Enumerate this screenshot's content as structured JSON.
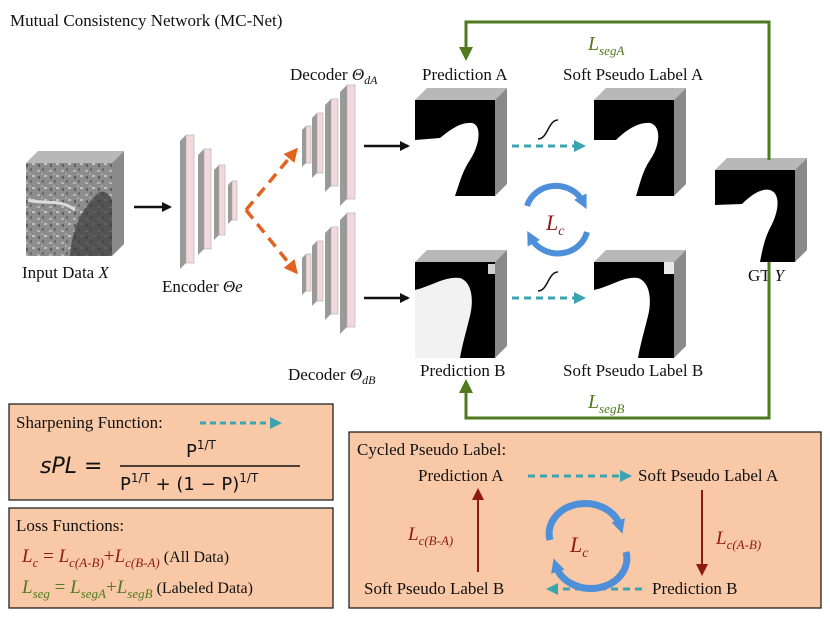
{
  "title": "Mutual Consistency Network (MC-Net)",
  "labels": {
    "input": {
      "text": "Input Data ",
      "var": "X"
    },
    "encoder": {
      "text": "Encoder ",
      "var": "Θe"
    },
    "decoder_a": {
      "text": "Decoder ",
      "var": "Θ",
      "sub": "dA"
    },
    "decoder_b": {
      "text": "Decoder ",
      "var": "Θ",
      "sub": "dB"
    },
    "prediction_a": "Prediction A",
    "prediction_b": "Prediction B",
    "soft_pseudo_a": "Soft Pseudo Label A",
    "soft_pseudo_b": "Soft Pseudo Label B",
    "gt": {
      "text": "GT ",
      "var": "Y"
    },
    "loss_seg_a": {
      "main": "L",
      "sub": "segA"
    },
    "loss_seg_b": {
      "main": "L",
      "sub": "segB"
    },
    "loss_c": {
      "main": "L",
      "sub": "c"
    }
  },
  "sharpening_box": {
    "title": "Sharpening Function:",
    "lhs": "sPL =",
    "numerator": "P",
    "numerator_exp": "1/T",
    "denominator_a": "P",
    "denominator_a_exp": "1/T",
    "denominator_mid": " + (1 − P)",
    "denominator_b_exp": "1/T"
  },
  "loss_box": {
    "title": "Loss Functions:",
    "lc_lhs_main": "L",
    "lc_lhs_sub": "c",
    "lc_term1_main": "L",
    "lc_term1_sub": "c(A-B)",
    "lc_term2_main": "L",
    "lc_term2_sub": "c(B-A)",
    "lc_note": "(All Data)",
    "lseg_lhs_main": "L",
    "lseg_lhs_sub": "seg",
    "lseg_term1_main": "L",
    "lseg_term1_sub": "segA",
    "lseg_term2_main": "L",
    "lseg_term2_sub": "segB",
    "lseg_note": "(Labeled Data)",
    "eq": " = ",
    "plus": "+"
  },
  "cycle_box": {
    "title": "Cycled Pseudo Label:",
    "prediction_a": "Prediction A",
    "soft_pseudo_a": "Soft Pseudo Label A",
    "prediction_b": "Prediction B",
    "soft_pseudo_b": "Soft Pseudo Label B",
    "l_ab_main": "L",
    "l_ab_sub": "c(A-B)",
    "l_ba_main": "L",
    "l_ba_sub": "c(B-A)",
    "lc_main": "L",
    "lc_sub": "c"
  },
  "colors": {
    "green": "#4f7a1e",
    "red": "#8e1a14",
    "teal": "#3aa5b0",
    "orange": "#e0631f",
    "box_fill": "#f9c9a7",
    "cycle_blue": "#4d8fd9"
  }
}
